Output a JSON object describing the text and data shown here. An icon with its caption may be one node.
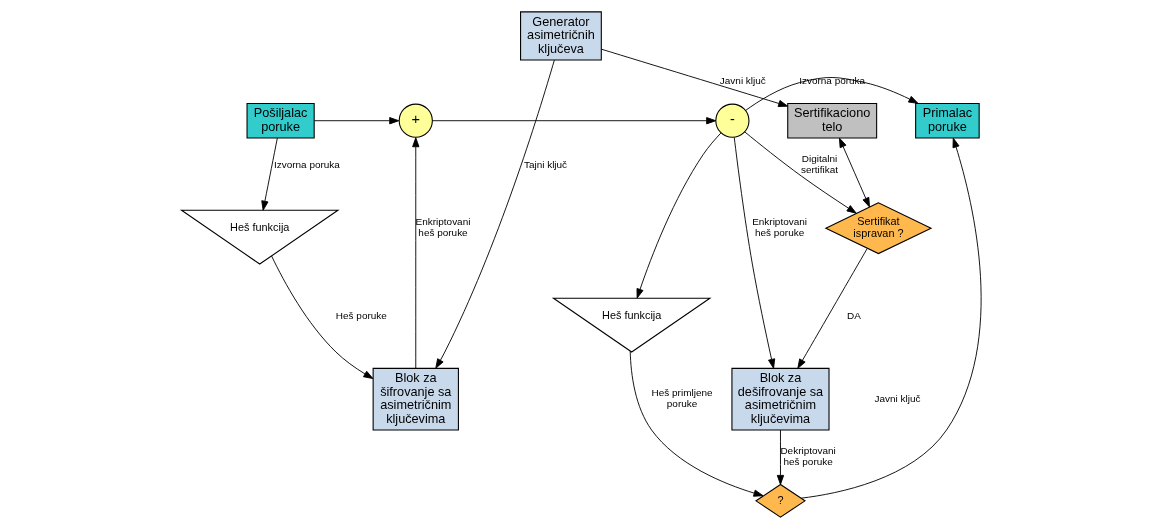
{
  "diagram": {
    "nodes": [
      {
        "text": [
          "Pošiljalac poruke"
        ]
      },
      {
        "text": [
          "+"
        ]
      },
      {
        "text": [
          "-"
        ]
      },
      {
        "text": [
          "Primalac poruke"
        ]
      },
      {
        "text": [
          "Heš funkcija"
        ]
      },
      {
        "text": [
          "Blok za šifrovanje sa asimetričnim ključevima"
        ]
      },
      {
        "text": [
          "Heš funkcija"
        ]
      },
      {
        "text": [
          "Sertifikat ispravan ?"
        ]
      },
      {
        "text": [
          "?"
        ]
      },
      {
        "text": [
          "Blok za dešifrovanje sa asimetričnim ključevima"
        ]
      },
      {
        "text": [
          "Generator asimetričnih ključeva"
        ]
      },
      {
        "text": [
          "Sertifikaciono telo"
        ]
      }
    ],
    "edges": [
      {
        "from": 0,
        "to": 1,
        "arrow": "to"
      },
      {
        "from": 0,
        "to": 4,
        "arrow": "to",
        "label": "Izvorna poruka"
      },
      {
        "from": 1,
        "to": 2,
        "arrow": "to"
      },
      {
        "from": 2,
        "to": 3,
        "arrow": "to",
        "label": "Izvorna poruka"
      },
      {
        "from": 2,
        "to": 6,
        "arrow": "to"
      },
      {
        "from": 4,
        "to": 5,
        "arrow": "to",
        "label": "Heš poruke"
      },
      {
        "from": 5,
        "to": 1,
        "arrow": "to",
        "label": "Enkriptovani heš poruke"
      },
      {
        "from": 2,
        "to": 7,
        "arrow": "to",
        "label": "Digitalni sertifikat"
      },
      {
        "from": 2,
        "to": 9,
        "arrow": "to",
        "label": "Enkriptovani heš poruke"
      },
      {
        "from": 7,
        "to": 9,
        "arrow": "to",
        "label": "DA"
      },
      {
        "from": 6,
        "to": 8,
        "arrow": "to",
        "label": "Heš primljene poruke"
      },
      {
        "from": 8,
        "to": 3,
        "arrow": "to"
      },
      {
        "from": 9,
        "to": 8,
        "arrow": "to",
        "label": "Dekriptovani heš poruke"
      },
      {
        "from": 10,
        "to": 5,
        "arrow": "to",
        "label": "Tajni ključ"
      },
      {
        "from": 10,
        "to": 11,
        "arrow": "to",
        "label": "Javni ključ"
      },
      {
        "from": 11,
        "to": 7,
        "arrow": "both"
      }
    ],
    "labels": [
      "Javni ključ"
    ]
  }
}
